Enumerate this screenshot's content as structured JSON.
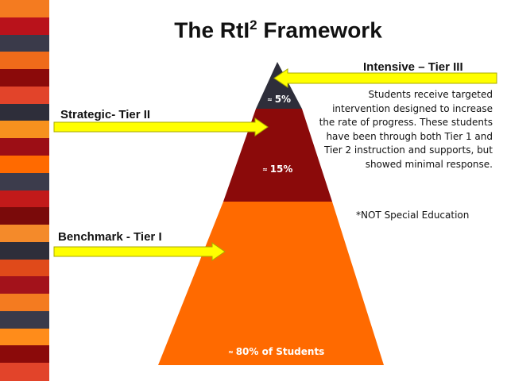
{
  "title": {
    "text": "The RtI",
    "superscript": "2",
    "suffix": " Framework"
  },
  "tiers": [
    {
      "label": "Intensive – Tier III",
      "approx_symbol": "≈",
      "percent_text": "5%",
      "color": "#2e2e3a"
    },
    {
      "label": "Strategic- Tier II",
      "approx_symbol": "≈",
      "percent_text": "15%",
      "color": "#8b0a0a"
    },
    {
      "label": "Benchmark - Tier  I",
      "approx_symbol": "≈",
      "percent_text": "80% of Students",
      "color": "#ff6a00"
    }
  ],
  "tier3_description": "Students receive targeted intervention designed to increase the rate of progress.  These students have been through both Tier 1 and Tier 2 instruction and supports, but showed minimal response.",
  "note": "*NOT Special Education",
  "colors": {
    "arrow_fill": "#ffff00",
    "arrow_stroke": "#a9a900",
    "stripe": [
      "#f47b20",
      "#b9121b",
      "#3a3a4a",
      "#ef6b1a",
      "#8b0a0a",
      "#e2442a",
      "#2e2e3a",
      "#f7911e",
      "#9c0e15",
      "#ff6a00",
      "#3c3c4c",
      "#c21a1a",
      "#7a0a0a",
      "#f48a2a",
      "#2e2e3a",
      "#e04a1a",
      "#a3121b",
      "#f47b20",
      "#3a3a4a",
      "#ff8c1a",
      "#8b0a0a",
      "#e2442a"
    ]
  }
}
